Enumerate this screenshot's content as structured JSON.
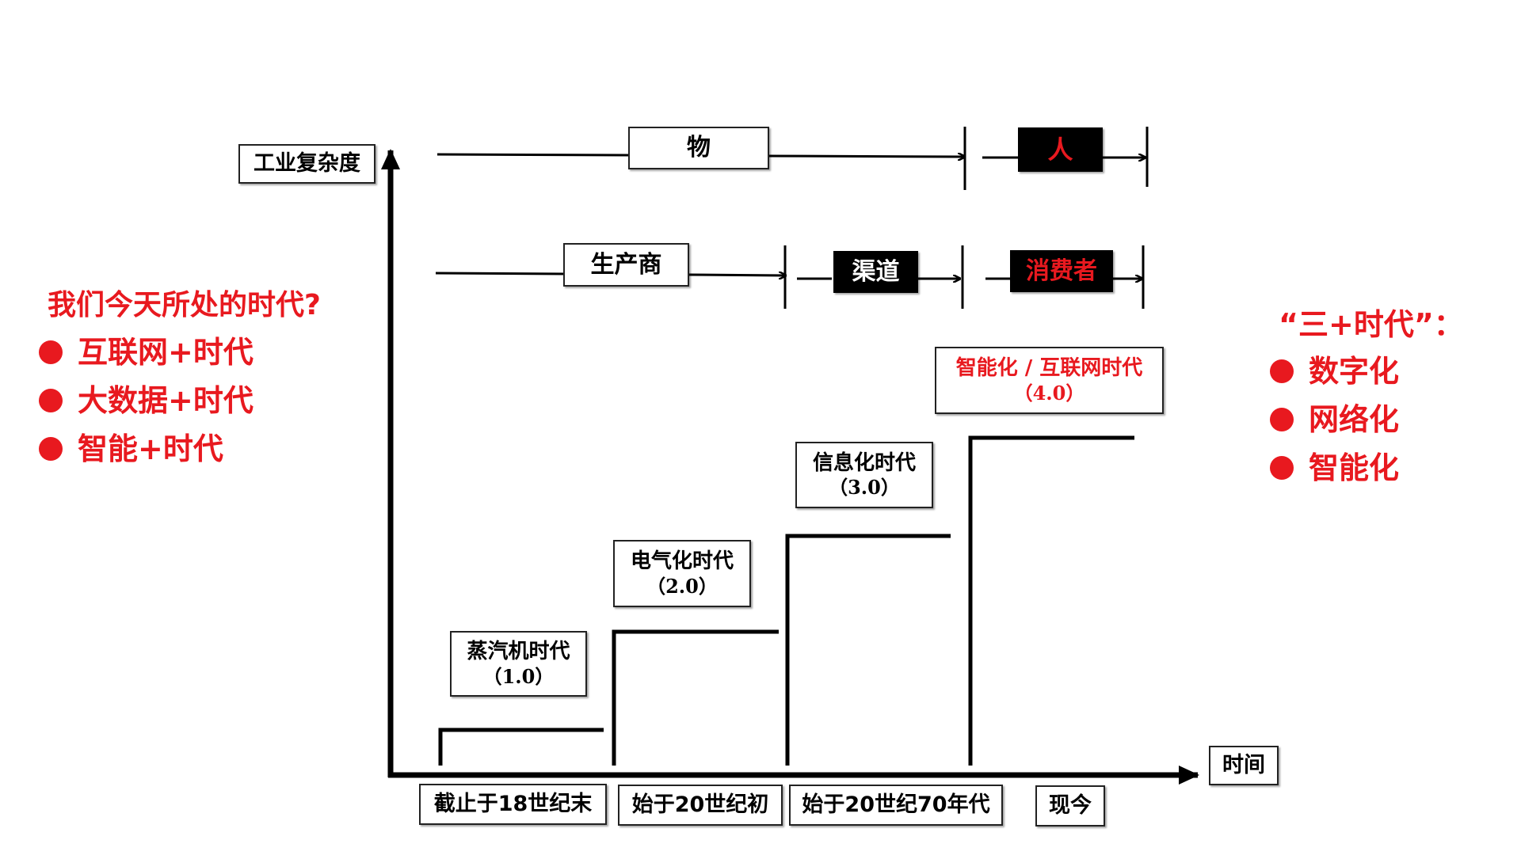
{
  "colors": {
    "accent": "#e8191f",
    "line": "#000000"
  },
  "axes": {
    "y_label": "工业复杂度",
    "x_label": "时间"
  },
  "flow_top": {
    "items": [
      "物",
      "人"
    ]
  },
  "flow_bottom": {
    "items": [
      "生产商",
      "渠道",
      "消费者"
    ]
  },
  "stages": [
    {
      "name": "蒸汽机时代",
      "version": "（1.0）"
    },
    {
      "name": "电气化时代",
      "version": "（2.0）"
    },
    {
      "name": "信息化时代",
      "version": "（3.0）"
    },
    {
      "name": "智能化 / 互联网时代",
      "version": "（4.0）"
    }
  ],
  "periods": [
    "截止于18世纪末",
    "始于20世纪初",
    "始于20世纪70年代",
    "现今"
  ],
  "left_panel": {
    "title": "我们今天所处的时代?",
    "bullets": [
      "互联网+时代",
      "大数据+时代",
      "智能+时代"
    ]
  },
  "right_panel": {
    "title": "“三+时代”：",
    "bullets": [
      "数字化",
      "网络化",
      "智能化"
    ]
  },
  "chart_data": {
    "type": "step",
    "title": "",
    "xlabel": "时间",
    "ylabel": "工业复杂度",
    "categories": [
      "截止于18世纪末",
      "始于20世纪初",
      "始于20世纪70年代",
      "现今"
    ],
    "stages": [
      "蒸汽机时代（1.0）",
      "电气化时代（2.0）",
      "信息化时代（3.0）",
      "智能化 / 互联网时代（4.0）"
    ],
    "grid": false
  }
}
